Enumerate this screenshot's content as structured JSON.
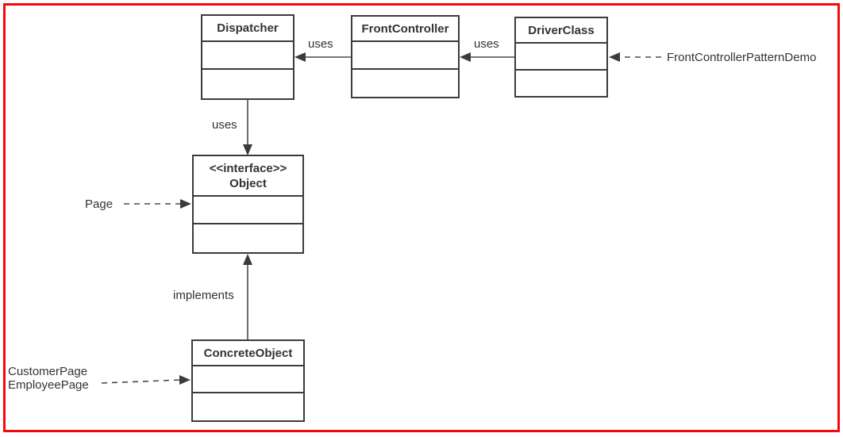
{
  "frame": {
    "border_color": "#f70808",
    "background": "#ffffff"
  },
  "diagram": {
    "type": "uml-class-diagram",
    "subject": "Front Controller Pattern",
    "line_color": "#4a4a4a",
    "classes": [
      {
        "id": "dispatcher",
        "stereotype": "",
        "name": "Dispatcher"
      },
      {
        "id": "front-controller",
        "stereotype": "",
        "name": "FrontController"
      },
      {
        "id": "driver-class",
        "stereotype": "",
        "name": "DriverClass"
      },
      {
        "id": "object-interface",
        "stereotype": "<<interface>>",
        "name": "Object"
      },
      {
        "id": "concrete-object",
        "stereotype": "",
        "name": "ConcreteObject"
      }
    ],
    "labels": {
      "uses_front_to_dispatcher": "uses",
      "uses_driver_to_front": "uses",
      "uses_dispatcher_to_object": "uses",
      "implements": "implements",
      "page_annotation": "Page",
      "demo_annotation": "FrontControllerPatternDemo",
      "customer_page_annotation": "CustomerPage",
      "employee_page_annotation": "EmployeePage"
    }
  }
}
